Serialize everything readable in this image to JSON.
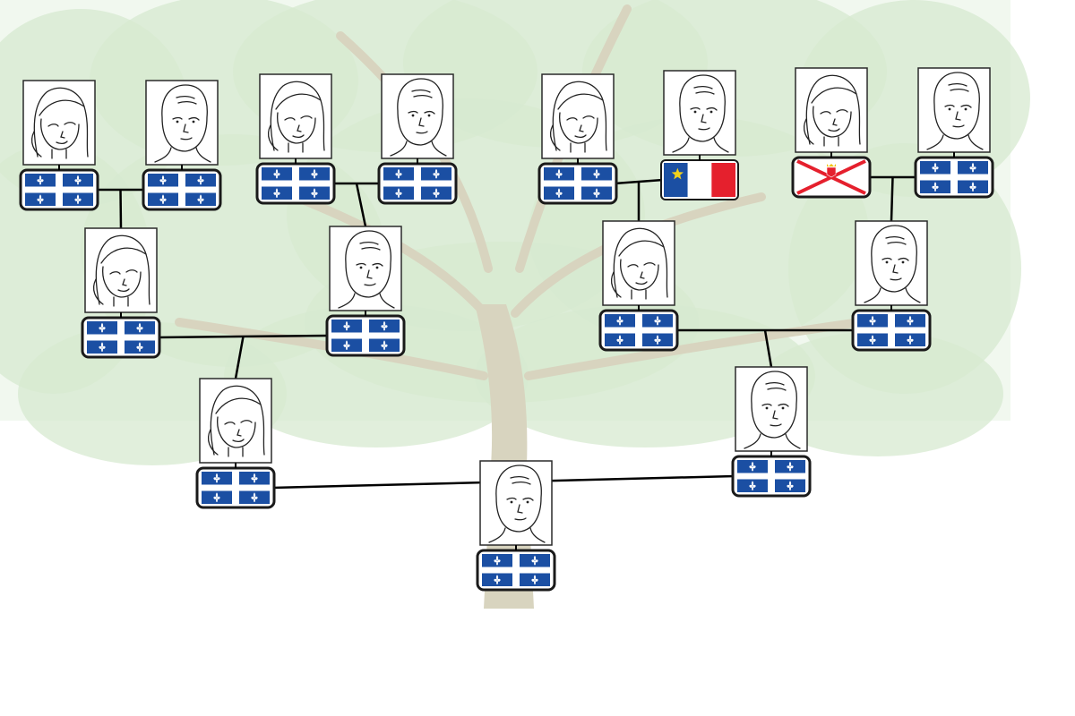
{
  "diagram": {
    "kind": "family-tree",
    "background": {
      "theme": "tree",
      "foliage_color": "#d7ead0",
      "trunk_color": "#d8d4bf"
    },
    "line_color": "#000000",
    "flag_colors": {
      "quebec_blue": "#1b4fa3",
      "white": "#ffffff",
      "acadia_red": "#e5202d",
      "acadia_star": "#f2d21b",
      "jersey_saltire": "#e5202d",
      "jersey_crown": "#f2c200"
    },
    "people": [
      {
        "id": "g4-1",
        "generation": 4,
        "face": "woman",
        "flag": "quebec"
      },
      {
        "id": "g4-2",
        "generation": 4,
        "face": "man",
        "flag": "quebec"
      },
      {
        "id": "g4-3",
        "generation": 4,
        "face": "woman",
        "flag": "quebec"
      },
      {
        "id": "g4-4",
        "generation": 4,
        "face": "man",
        "flag": "quebec"
      },
      {
        "id": "g4-5",
        "generation": 4,
        "face": "woman",
        "flag": "quebec"
      },
      {
        "id": "g4-6",
        "generation": 4,
        "face": "man",
        "flag": "acadia"
      },
      {
        "id": "g4-7",
        "generation": 4,
        "face": "woman",
        "flag": "jersey"
      },
      {
        "id": "g4-8",
        "generation": 4,
        "face": "man",
        "flag": "quebec"
      },
      {
        "id": "g3-1",
        "generation": 3,
        "face": "woman",
        "flag": "quebec"
      },
      {
        "id": "g3-2",
        "generation": 3,
        "face": "man",
        "flag": "quebec"
      },
      {
        "id": "g3-3",
        "generation": 3,
        "face": "woman",
        "flag": "quebec"
      },
      {
        "id": "g3-4",
        "generation": 3,
        "face": "man",
        "flag": "quebec"
      },
      {
        "id": "g2-1",
        "generation": 2,
        "face": "woman",
        "flag": "quebec"
      },
      {
        "id": "g2-2",
        "generation": 2,
        "face": "man",
        "flag": "quebec"
      },
      {
        "id": "g1-1",
        "generation": 1,
        "face": "man",
        "flag": "quebec"
      }
    ],
    "couples": [
      {
        "parents": [
          "g4-1",
          "g4-2"
        ],
        "child": "g3-1"
      },
      {
        "parents": [
          "g4-3",
          "g4-4"
        ],
        "child": "g3-2"
      },
      {
        "parents": [
          "g4-5",
          "g4-6"
        ],
        "child": "g3-3"
      },
      {
        "parents": [
          "g4-7",
          "g4-8"
        ],
        "child": "g3-4"
      },
      {
        "parents": [
          "g3-1",
          "g3-2"
        ],
        "child": "g2-1"
      },
      {
        "parents": [
          "g3-3",
          "g3-4"
        ],
        "child": "g2-2"
      },
      {
        "parents": [
          "g2-1",
          "g2-2"
        ],
        "child": "g1-1"
      }
    ]
  }
}
